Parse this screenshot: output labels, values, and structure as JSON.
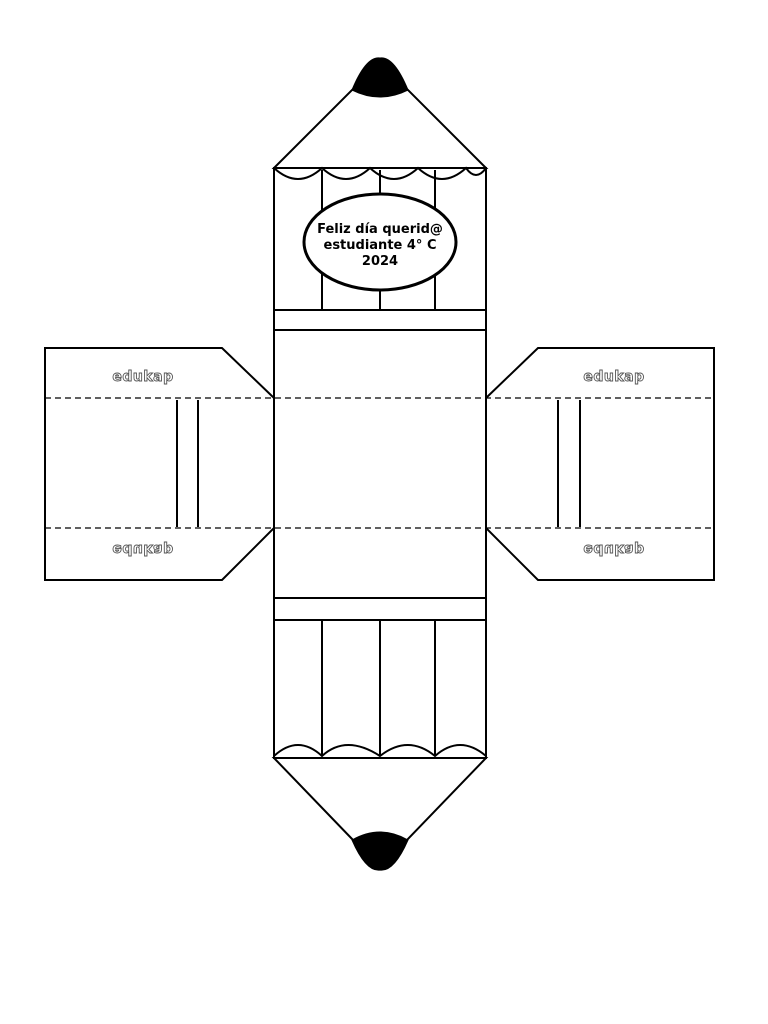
{
  "label": {
    "line1": "Feliz día querid@",
    "line2": "estudiante 4° C",
    "line3": "2024"
  },
  "flaps": {
    "brand": "edukap"
  }
}
